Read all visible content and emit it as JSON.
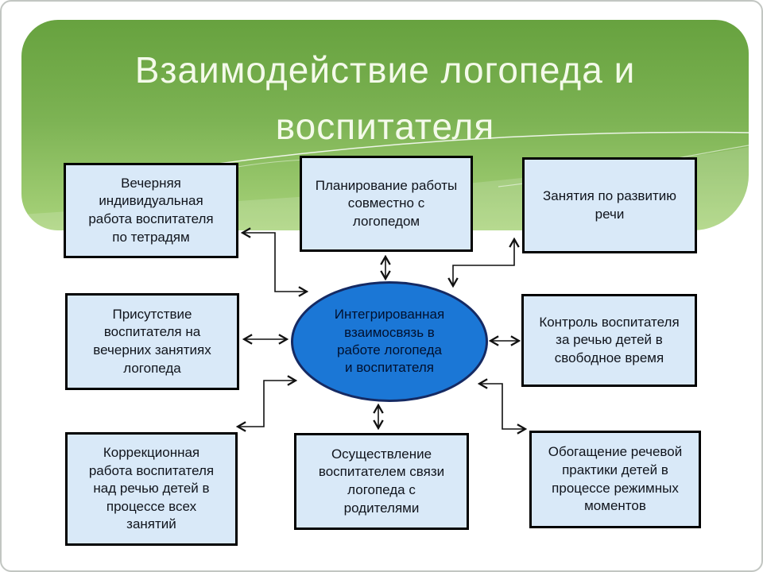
{
  "slide": {
    "title_lines": [
      "Взаимодействие логопеда и",
      "воспитателя"
    ]
  },
  "diagram": {
    "center": {
      "label": "Интегрированная\nвзаимосвязь в\nработе логопеда\nи воспитателя"
    },
    "boxes": [
      {
        "id": "evening-individual-work",
        "label": "Вечерняя\nиндивидуальная\nработа воспитателя\nпо тетрадям"
      },
      {
        "id": "joint-planning",
        "label": "Планирование работы\nсовместно с\nлогопедом"
      },
      {
        "id": "speech-lessons",
        "label": "Занятия по развитию\nречи"
      },
      {
        "id": "teacher-presence",
        "label": "Присутствие\nвоспитателя на\nвечерних занятиях\nлогопеда"
      },
      {
        "id": "speech-control",
        "label": "Контроль воспитателя\nза речью детей в\nсвободное время"
      },
      {
        "id": "correction-work",
        "label": "Коррекционная\nработа воспитателя\nнад речью детей в\nпроцессе всех\nзанятий"
      },
      {
        "id": "parent-liaison",
        "label": "Осуществление\nвоспитателем связи\nлогопеда с\nродителями"
      },
      {
        "id": "speech-practice",
        "label": "Обогащение речевой\nпрактики детей в\nпроцессе режимных\nмоментов"
      }
    ]
  },
  "colors": {
    "banner_green_top": "#67a23f",
    "banner_green_bottom": "#a9d37b",
    "title_text": "#f4faea",
    "box_fill": "#d9e9f8",
    "box_border": "#000000",
    "ellipse_fill": "#1b77d6",
    "ellipse_border": "#152a63",
    "connector": "#111111"
  }
}
